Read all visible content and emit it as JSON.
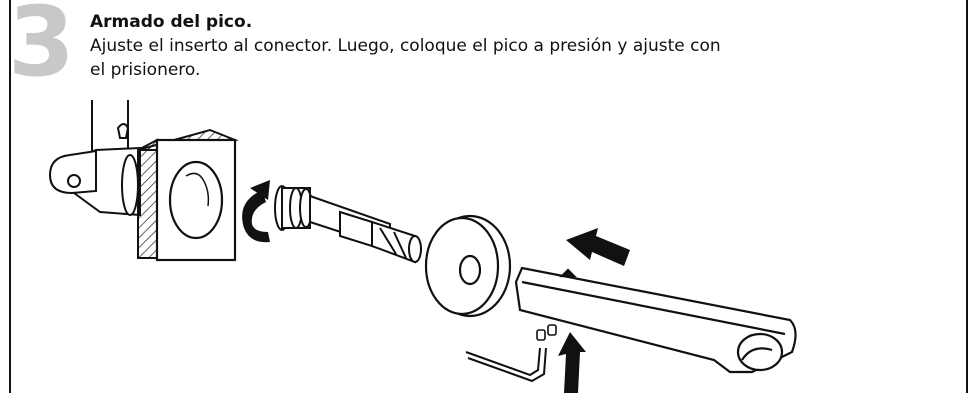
{
  "step": {
    "number": "3",
    "title": "Armado del pico.",
    "description": "Ajuste el inserto al conector. Luego, coloque el pico a presión y ajuste con el prisionero."
  },
  "icons": [
    "curved-arrow-icon",
    "arrow-left-icon",
    "arrow-up-icon"
  ]
}
